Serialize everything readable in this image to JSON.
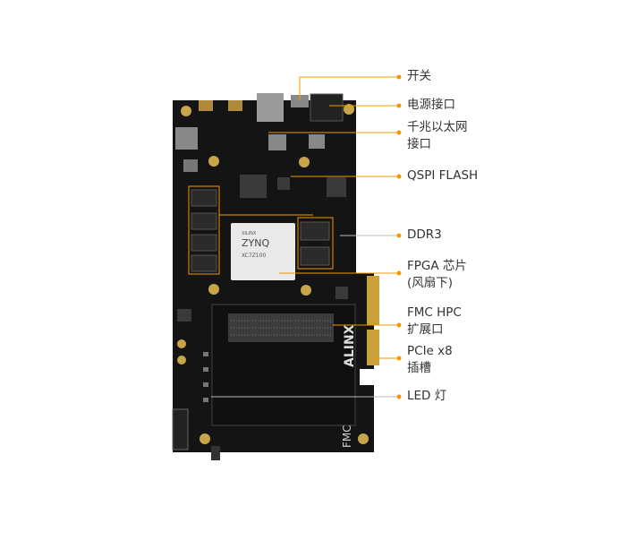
{
  "accent_color": "#f39800",
  "board": {
    "chip_brand": "XILINX",
    "chip_family": "ZYNQ",
    "chip_model": "XC7Z100",
    "silk_logo": "ALINX",
    "silk_fmc": "FMC"
  },
  "callouts": [
    {
      "lines": [
        "开关"
      ]
    },
    {
      "lines": [
        "电源接口"
      ]
    },
    {
      "lines": [
        "千兆以太网",
        "接口"
      ]
    },
    {
      "lines": [
        "QSPI FLASH"
      ]
    },
    {
      "lines": [
        "DDR3"
      ]
    },
    {
      "lines": [
        "FPGA 芯片",
        "(风扇下)"
      ]
    },
    {
      "lines": [
        "FMC HPC",
        "扩展口"
      ]
    },
    {
      "lines": [
        "PCIe x8",
        "插槽"
      ]
    },
    {
      "lines": [
        "LED 灯"
      ]
    }
  ]
}
